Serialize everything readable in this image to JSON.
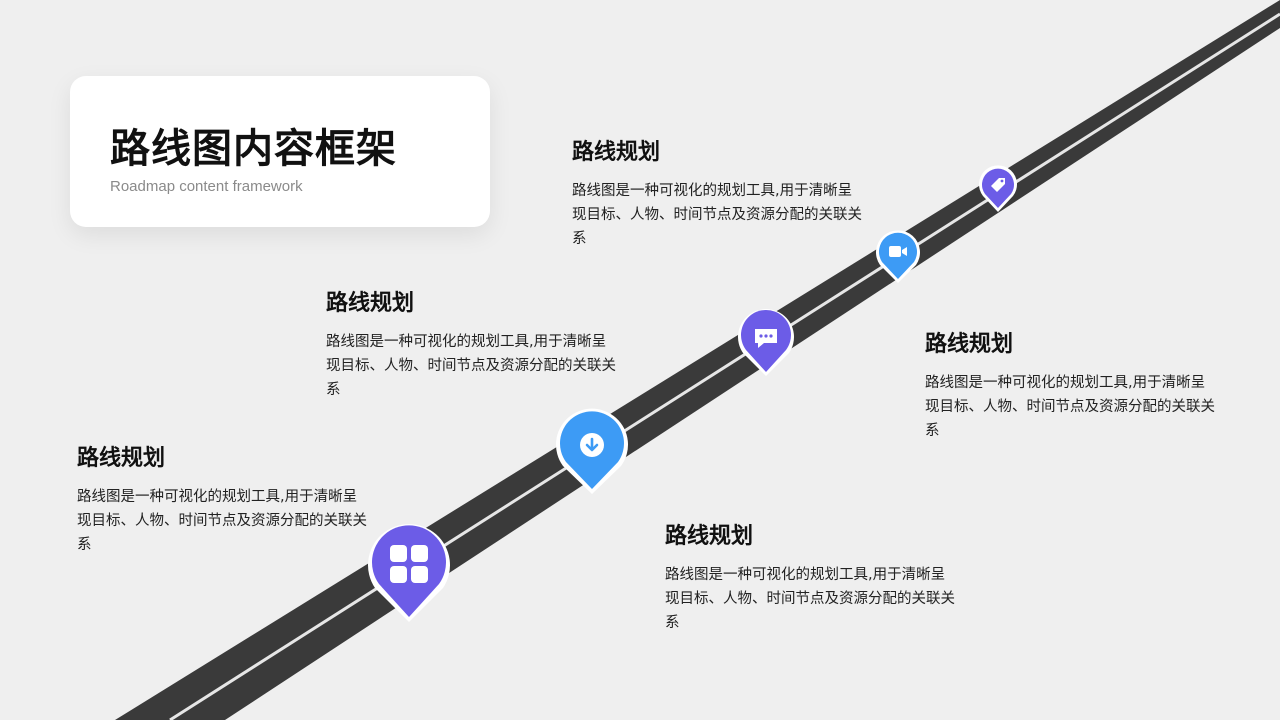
{
  "title": {
    "main": "路线图内容框架",
    "sub": "Roadmap content framework"
  },
  "milestones": [
    {
      "title": "路线规划",
      "desc": "路线图是一种可视化的规划工具,用于清晰呈现目标、人物、时间节点及资源分配的关联关系",
      "icon": "grid-icon",
      "color": "#6c5ce7"
    },
    {
      "title": "路线规划",
      "desc": "路线图是一种可视化的规划工具,用于清晰呈现目标、人物、时间节点及资源分配的关联关系",
      "icon": "download-icon",
      "color": "#3d9bf5"
    },
    {
      "title": "路线规划",
      "desc": "路线图是一种可视化的规划工具,用于清晰呈现目标、人物、时间节点及资源分配的关联关系",
      "icon": "chat-icon",
      "color": "#6c5ce7"
    },
    {
      "title": "路线规划",
      "desc": "路线图是一种可视化的规划工具,用于清晰呈现目标、人物、时间节点及资源分配的关联关系",
      "icon": "video-camera-icon",
      "color": "#3d9bf5"
    },
    {
      "title": "路线规划",
      "desc": "路线图是一种可视化的规划工具,用于清晰呈现目标、人物、时间节点及资源分配的关联关系",
      "icon": "tag-icon",
      "color": "#6c5ce7"
    }
  ],
  "colors": {
    "background": "#efefef",
    "road": "#3a3a3a",
    "road_line": "#e6e6e6",
    "purple": "#6c5ce7",
    "blue": "#3d9bf5"
  }
}
